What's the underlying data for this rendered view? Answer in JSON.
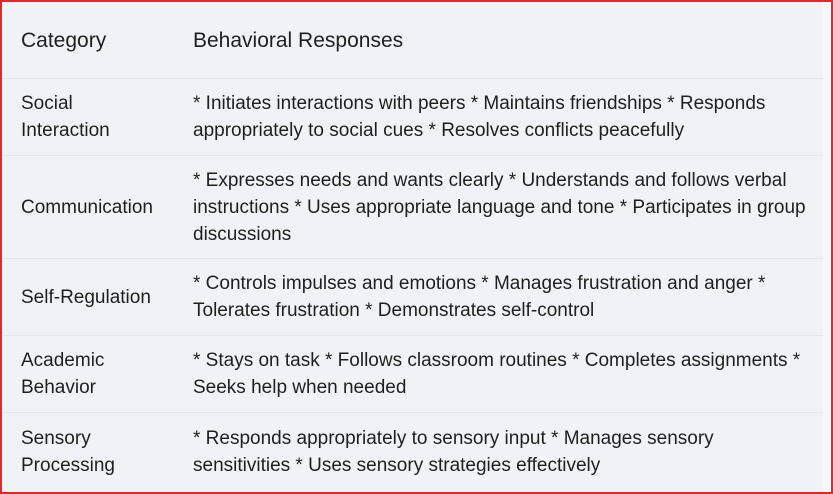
{
  "table": {
    "headers": {
      "category": "Category",
      "responses": "Behavioral Responses"
    },
    "rows": [
      {
        "category": "Social Interaction",
        "responses": "* Initiates interactions with peers * Maintains friendships * Responds appropriately to social cues * Resolves conflicts peacefully"
      },
      {
        "category": "Communication",
        "responses": "* Expresses needs and wants clearly * Understands and follows verbal instructions * Uses appropriate language and tone * Participates in group discussions"
      },
      {
        "category": "Self-Regulation",
        "responses": "* Controls impulses and emotions * Manages frustration and anger * Tolerates frustration * Demonstrates self-control"
      },
      {
        "category": "Academic Behavior",
        "responses": "* Stays on task * Follows classroom routines * Completes assignments * Seeks help when needed"
      },
      {
        "category": "Sensory Processing",
        "responses": "* Responds appropriately to sensory input * Manages sensory sensitivities * Uses sensory strategies effectively"
      }
    ]
  },
  "colors": {
    "border_highlight": "#e8262a",
    "background": "#eff2f6",
    "row_divider": "#e2e5ea",
    "text": "#1f1f1f"
  }
}
